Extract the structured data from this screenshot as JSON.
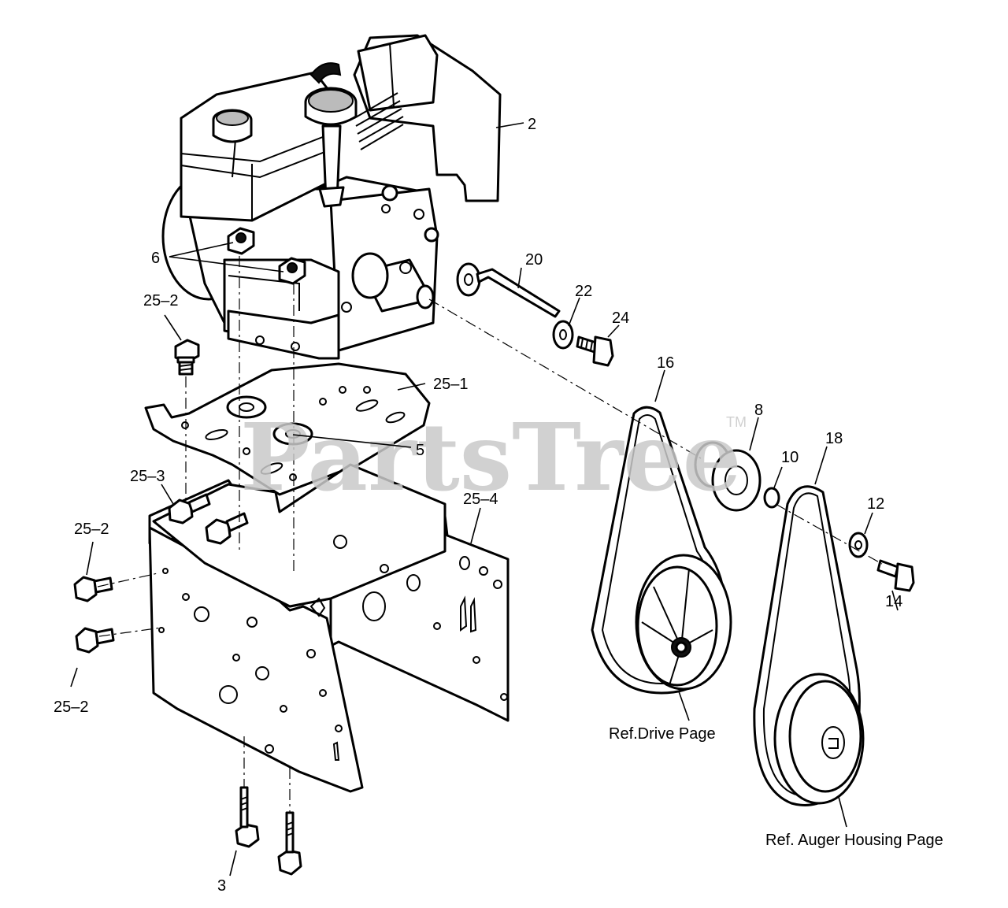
{
  "watermark": {
    "text": "PartsTree",
    "trademark": "TM"
  },
  "callouts": [
    {
      "id": "c-2",
      "text": "2"
    },
    {
      "id": "c-6",
      "text": "6"
    },
    {
      "id": "c-20",
      "text": "20"
    },
    {
      "id": "c-22",
      "text": "22"
    },
    {
      "id": "c-24",
      "text": "24"
    },
    {
      "id": "c-25-2-top",
      "text": "25–2"
    },
    {
      "id": "c-25-1",
      "text": "25–1"
    },
    {
      "id": "c-16",
      "text": "16"
    },
    {
      "id": "c-8",
      "text": "8"
    },
    {
      "id": "c-5",
      "text": "5"
    },
    {
      "id": "c-10",
      "text": "10"
    },
    {
      "id": "c-18",
      "text": "18"
    },
    {
      "id": "c-25-3",
      "text": "25–3"
    },
    {
      "id": "c-25-4",
      "text": "25–4"
    },
    {
      "id": "c-12",
      "text": "12"
    },
    {
      "id": "c-25-2-mid",
      "text": "25–2"
    },
    {
      "id": "c-14",
      "text": "14"
    },
    {
      "id": "c-25-2-bot",
      "text": "25–2"
    },
    {
      "id": "c-3",
      "text": "3"
    }
  ],
  "references": {
    "drive": "Ref.Drive Page",
    "auger": "Ref. Auger Housing Page"
  }
}
